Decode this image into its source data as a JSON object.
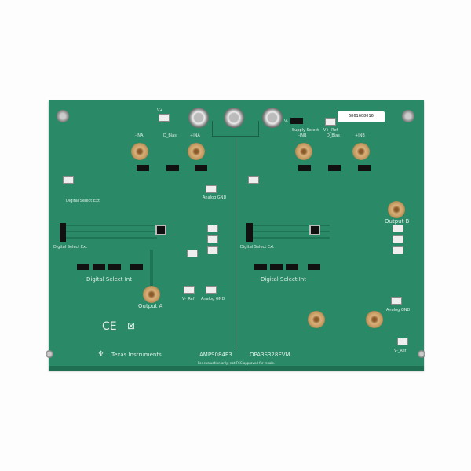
{
  "board": {
    "name_left": "AMPS084E3",
    "name_right": "OPA3S328EVM",
    "disclaimer": "For evaluation only; not FCC approved for resale.",
    "brand": "Texas Instruments",
    "barcode": "6861608016",
    "labels": {
      "v_plus": "V+",
      "v_minus": "V-",
      "supply_select": "Supply Select",
      "vs_ref": "V+_Ref",
      "ina_minus": "-INA",
      "ina_plus": "+INA",
      "d_bias_a": "D_Bias",
      "inb_minus": "-INB",
      "inb_plus": "+INB",
      "d_bias_b": "D_Bias",
      "output_a": "Output A",
      "output_b": "Output B",
      "dsel_ext_a": "Digital Select Ext",
      "dsel_int_a": "Digital Select Int",
      "dsel_ext_b": "Digital Select Ext",
      "dsel_int_b": "Digital Select Int",
      "analog_gnd_a": "Analog GND",
      "analog_gnd_b": "Analog GND",
      "analog_gnd_top": "Analog GND",
      "vref_a": "V-_Ref",
      "vref_b": "V-_Ref",
      "marks": "CE"
    },
    "colors": {
      "pcb": "#2a8a68",
      "silkscreen": "#dfeee6"
    }
  }
}
